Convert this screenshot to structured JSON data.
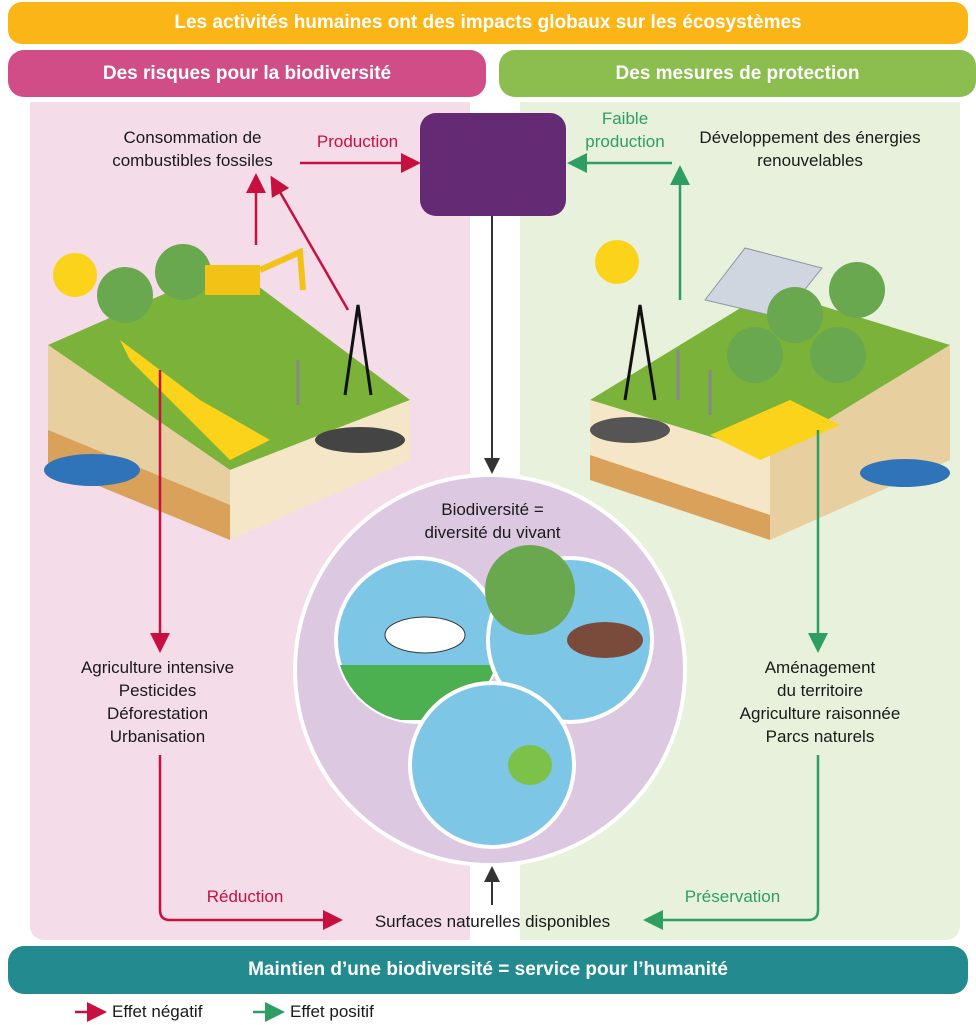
{
  "title": "Les activités humaines ont des impacts globaux sur les écosystèmes",
  "left_header": "Des risques pour la biodiversité",
  "right_header": "Des mesures de protection",
  "left": {
    "fossil": "Consommation de combustibles fossiles",
    "production": "Production",
    "pressures": [
      "Agriculture intensive",
      "Pesticides",
      "Déforestation",
      "Urbanisation"
    ],
    "reduction": "Réduction"
  },
  "right": {
    "faible": "Faible",
    "production": "production",
    "renewables": "Développement des énergies renouvelables",
    "measures": [
      "Aménagement",
      "du territoire",
      "Agriculture raisonnée",
      "Parcs naturels"
    ],
    "preservation": "Préservation"
  },
  "center": {
    "biodiv_line1": "Biodiversité =",
    "biodiv_line2": "diversité du vivant",
    "surfaces": "Surfaces naturelles disponibles"
  },
  "footer": "Maintien d’une biodiversité = service pour l’humanité",
  "legend": {
    "negative": "Effet négatif",
    "positive": "Effet positif"
  },
  "colors": {
    "orange": "#fbb516",
    "pink": "#d04d87",
    "green": "#8bbd4f",
    "teal": "#238a8f",
    "purple": "#652a74",
    "negative": "#c8103f",
    "positive": "#2f9e63"
  }
}
